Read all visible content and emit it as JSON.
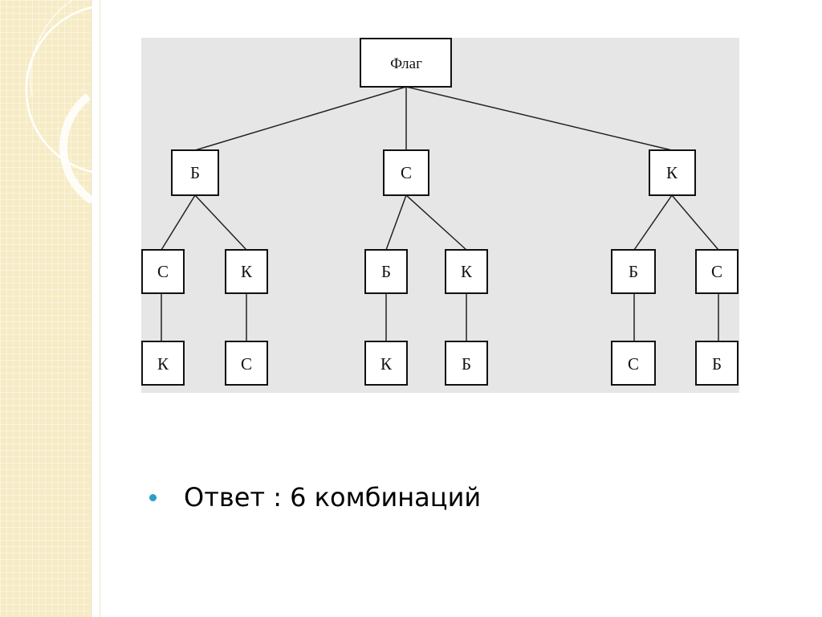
{
  "tree": {
    "root": "Флаг",
    "level1": [
      "Б",
      "С",
      "К"
    ],
    "level2": [
      "С",
      "К",
      "Б",
      "К",
      "Б",
      "С"
    ],
    "level3": [
      "К",
      "С",
      "К",
      "Б",
      "С",
      "Б"
    ]
  },
  "answer": {
    "text": "Ответ : 6 комбинаций"
  },
  "colors": {
    "accent": "#2c9ec2",
    "band": "#f6ebc4"
  }
}
